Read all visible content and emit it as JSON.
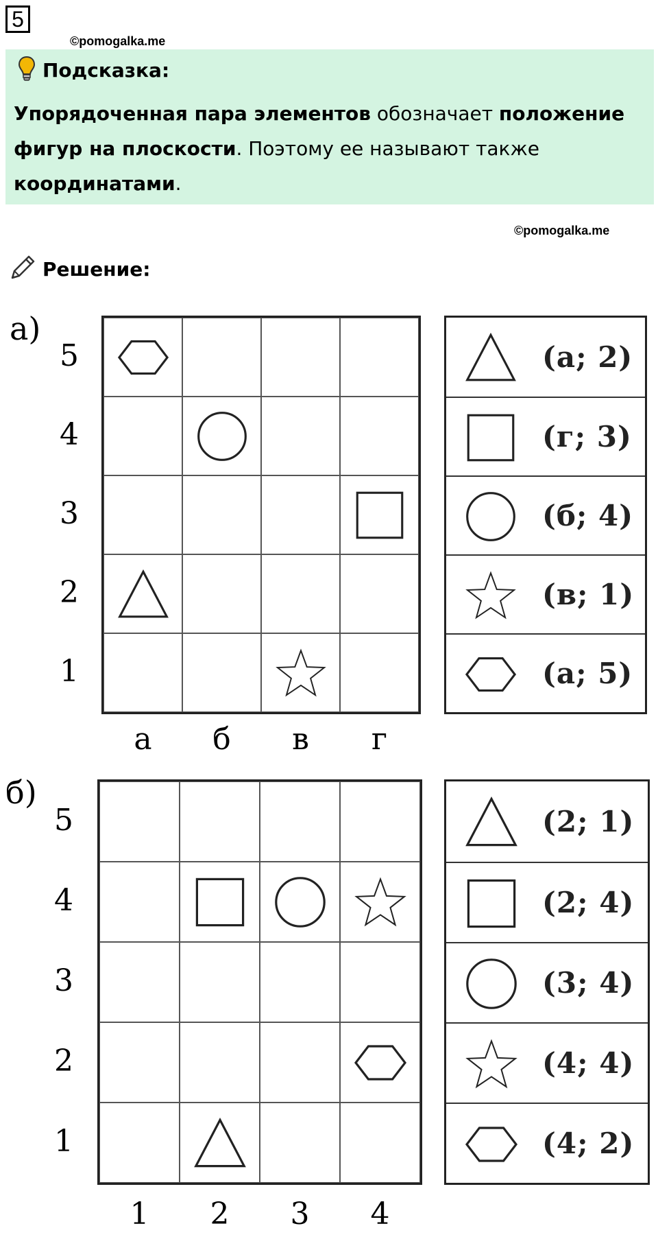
{
  "task_number": "5",
  "watermark_top": "©pomogalka.me",
  "watermark_mid": "©pomogalka.me",
  "hint": {
    "title": "Подсказка:",
    "parts": [
      {
        "text": "Упорядоченная пара элементов",
        "bold": true
      },
      {
        "text": " обозначает ",
        "bold": false
      },
      {
        "text": "положение фигур на плоскости",
        "bold": true
      },
      {
        "text": ". Поэтому ее называют также ",
        "bold": false
      },
      {
        "text": "координатами",
        "bold": true
      },
      {
        "text": ".",
        "bold": false
      }
    ]
  },
  "solution_title": "Решение:",
  "part_a": {
    "label": "а)",
    "rows": [
      "5",
      "4",
      "3",
      "2",
      "1"
    ],
    "columns": [
      "а",
      "б",
      "в",
      "г"
    ],
    "shapes": [
      {
        "shape": "hexagon",
        "col": 1,
        "row": 5
      },
      {
        "shape": "circle",
        "col": 2,
        "row": 4
      },
      {
        "shape": "square",
        "col": 4,
        "row": 3
      },
      {
        "shape": "triangle",
        "col": 1,
        "row": 2
      },
      {
        "shape": "star",
        "col": 3,
        "row": 1
      }
    ],
    "legend": [
      {
        "shape": "triangle",
        "coord": "(а; 2)"
      },
      {
        "shape": "square",
        "coord": "(г; 3)"
      },
      {
        "shape": "circle",
        "coord": "(б; 4)"
      },
      {
        "shape": "star",
        "coord": "(в; 1)"
      },
      {
        "shape": "hexagon",
        "coord": "(а; 5)"
      }
    ]
  },
  "part_b": {
    "label": "б)",
    "rows": [
      "5",
      "4",
      "3",
      "2",
      "1"
    ],
    "columns": [
      "1",
      "2",
      "3",
      "4"
    ],
    "shapes": [
      {
        "shape": "square",
        "col": 2,
        "row": 4
      },
      {
        "shape": "circle",
        "col": 3,
        "row": 4
      },
      {
        "shape": "star",
        "col": 4,
        "row": 4
      },
      {
        "shape": "hexagon",
        "col": 4,
        "row": 2
      },
      {
        "shape": "triangle",
        "col": 2,
        "row": 1
      }
    ],
    "legend": [
      {
        "shape": "triangle",
        "coord": "(2; 1)"
      },
      {
        "shape": "square",
        "coord": "(2; 4)"
      },
      {
        "shape": "circle",
        "coord": "(3; 4)"
      },
      {
        "shape": "star",
        "coord": "(4; 4)"
      },
      {
        "shape": "hexagon",
        "coord": "(4; 2)"
      }
    ]
  },
  "icons": {
    "hint": "lightbulb-icon",
    "solution": "pencil-icon"
  },
  "colors": {
    "hint_background": "#d4f4e1",
    "lightbulb": "#f2b705"
  }
}
